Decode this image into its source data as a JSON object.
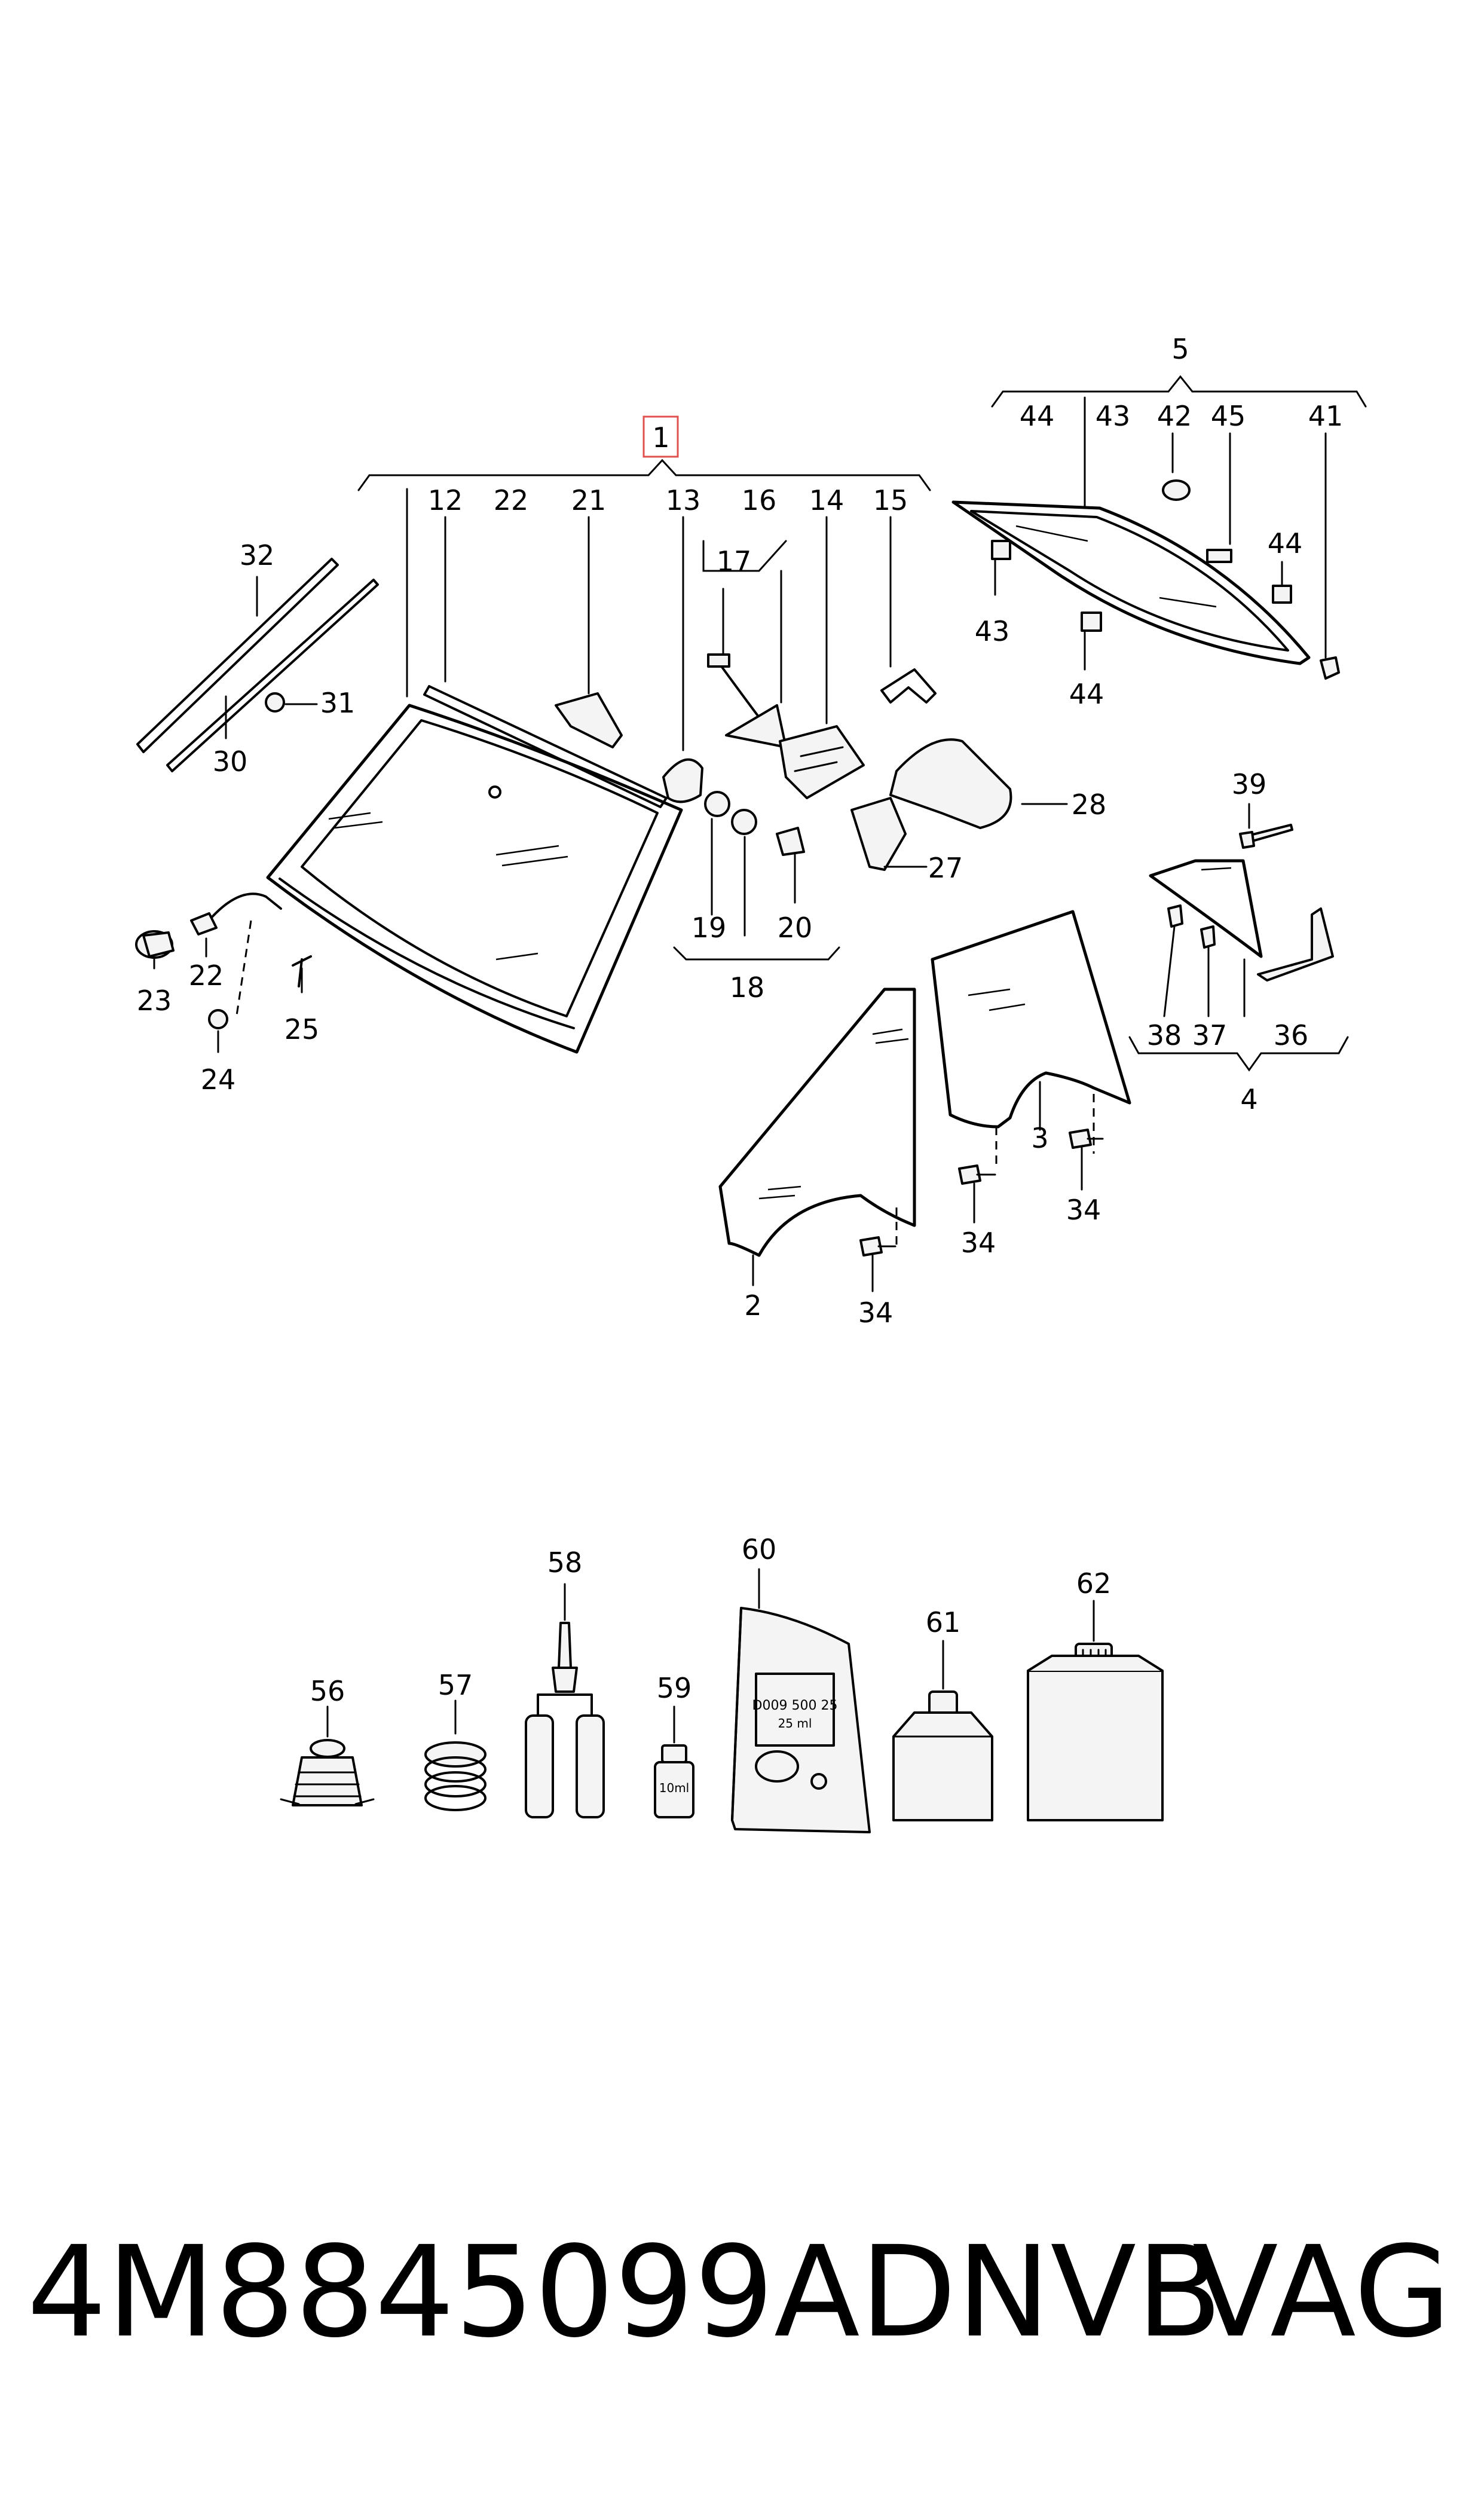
{
  "diagram": {
    "highlighted_callout": "1",
    "highlight_color": "#e0504f",
    "callouts": {
      "c1": "1",
      "c2": "2",
      "c3": "3",
      "c4": "4",
      "c5": "5",
      "c12": "12",
      "c13": "13",
      "c14": "14",
      "c15": "15",
      "c16": "16",
      "c17": "17",
      "c18": "18",
      "c19": "19",
      "c20": "20",
      "c21": "21",
      "c22": "22",
      "c23": "23",
      "c24": "24",
      "c25": "25",
      "c27": "27",
      "c28": "28",
      "c30": "30",
      "c31": "31",
      "c32": "32",
      "c34": "34",
      "c36": "36",
      "c37": "37",
      "c38": "38",
      "c39": "39",
      "c41": "41",
      "c42": "42",
      "c43": "43",
      "c44": "44",
      "c45": "45",
      "c56": "56",
      "c57": "57",
      "c58": "58",
      "c59": "59",
      "c60": "60",
      "c61": "61",
      "c62": "62"
    },
    "package_labels": {
      "bag_code": "D009 500 25",
      "bag_qty": "25 ml",
      "vial": "10ml"
    }
  },
  "footer": {
    "part_number": "4M8845099ADNVB",
    "brand": "VAG"
  }
}
